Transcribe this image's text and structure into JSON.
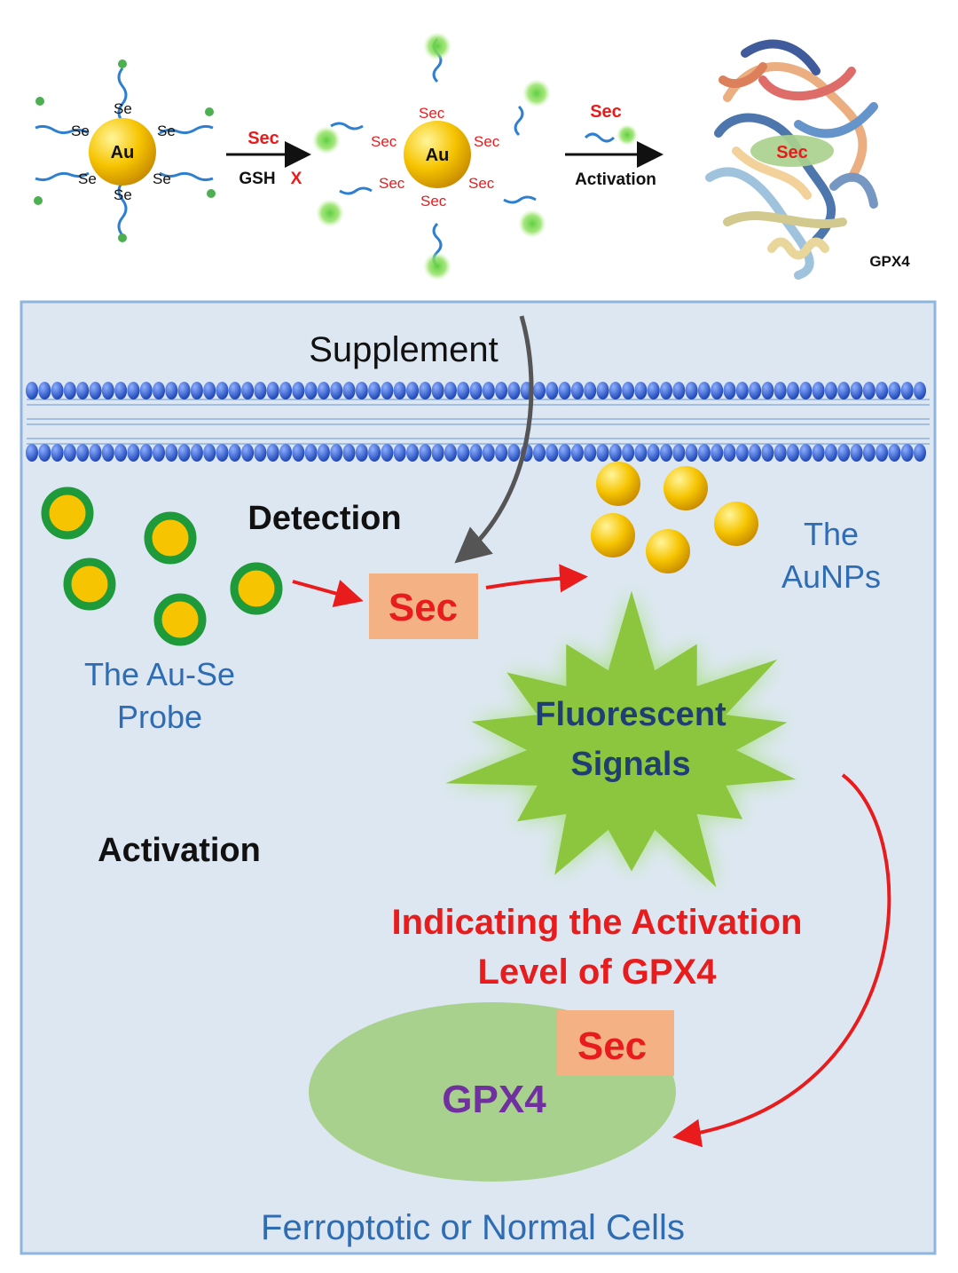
{
  "top_scheme": {
    "core_label": "Au",
    "ligand_atom": "Se",
    "product_ligand": "Sec",
    "arrow1_top": "Sec",
    "arrow1_bottom": "GSH",
    "arrow1_cross": "X",
    "arrow2_top": "Sec",
    "arrow2_bottom": "Activation",
    "protein_site": "Sec",
    "protein_name": "GPX4"
  },
  "cell": {
    "supplement": "Supplement",
    "detection": "Detection",
    "sec_box": "Sec",
    "probe_line1": "The Au-Se",
    "probe_line2": "Probe",
    "aunps_line1": "The",
    "aunps_line2": "AuNPs",
    "signal_line1": "Fluorescent",
    "signal_line2": "Signals",
    "activation": "Activation",
    "indicating_line1": "Indicating the Activation",
    "indicating_line2": "Level of GPX4",
    "enzyme_sec": "Sec",
    "enzyme_name": "GPX4",
    "footer": "Ferroptotic or Normal Cells"
  },
  "colors": {
    "cell_fill": "#dde7f2",
    "cell_border": "#8fb4de",
    "gold": "#f6c400",
    "probe_ring": "#1f9a3a",
    "sec_box": "#f4b183",
    "red": "#e81c1c",
    "blue_text": "#2e6db4",
    "dark_blue_text": "#1f3f73",
    "purple": "#7030a0",
    "star_fill": "#8cc63f",
    "ellipse_fill": "#a9d18e",
    "membrane": "#3b6fd6"
  }
}
